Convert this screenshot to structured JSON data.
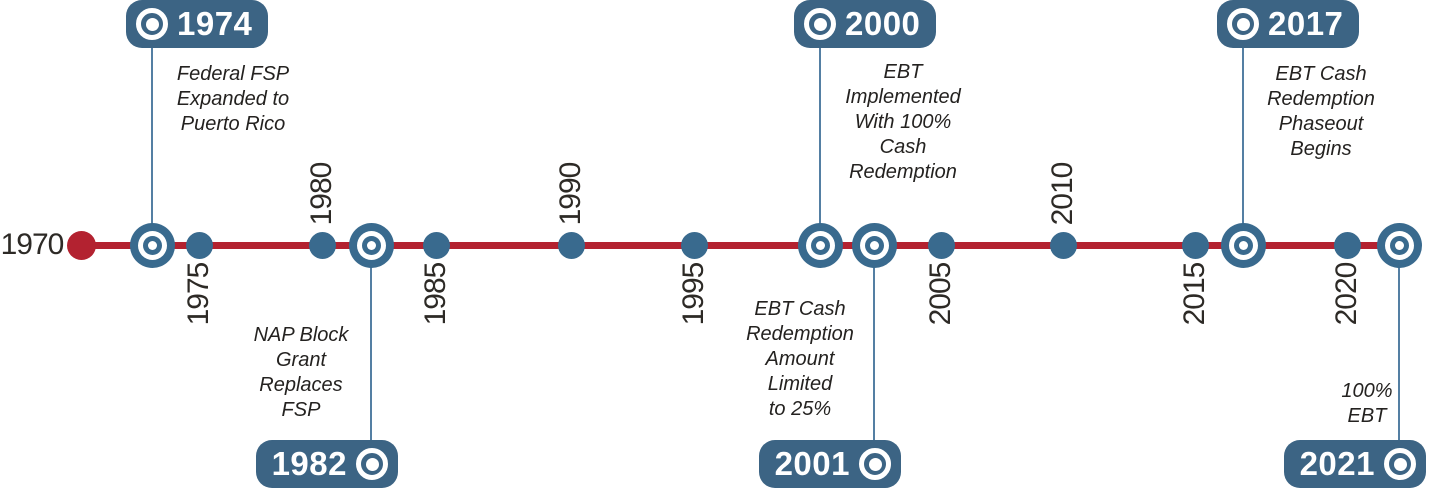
{
  "timeline": {
    "start_year": "1970",
    "colors": {
      "axis_red": "#b32230",
      "node_blue": "#396a8e",
      "badge_blue": "#3c6484",
      "connector_blue": "#547fa3",
      "year_text": "#2d2a26",
      "description_text": "#242220",
      "badge_text": "#ffffff"
    },
    "icons": {
      "event_marker": "bullseye-icon",
      "badge_marker": "bullseye-icon"
    },
    "ticks": [
      {
        "year": "1975"
      },
      {
        "year": "1980"
      },
      {
        "year": "1985"
      },
      {
        "year": "1990"
      },
      {
        "year": "1995"
      },
      {
        "year": "2005"
      },
      {
        "year": "2010"
      },
      {
        "year": "2015"
      },
      {
        "year": "2020"
      }
    ],
    "events": [
      {
        "year": "1974",
        "lines": [
          "Federal FSP",
          "Expanded to",
          "Puerto Rico"
        ]
      },
      {
        "year": "1982",
        "lines": [
          "NAP Block",
          "Grant",
          "Replaces",
          "FSP"
        ]
      },
      {
        "year": "2000",
        "lines": [
          "EBT",
          "Implemented",
          "With 100%",
          "Cash",
          "Redemption"
        ]
      },
      {
        "year": "2001",
        "lines": [
          "EBT Cash",
          "Redemption",
          "Amount",
          "Limited",
          "to 25%"
        ]
      },
      {
        "year": "2017",
        "lines": [
          "EBT Cash",
          "Redemption",
          "Phaseout",
          "Begins"
        ]
      },
      {
        "year": "2021",
        "lines": [
          "100%",
          "EBT"
        ]
      }
    ]
  }
}
